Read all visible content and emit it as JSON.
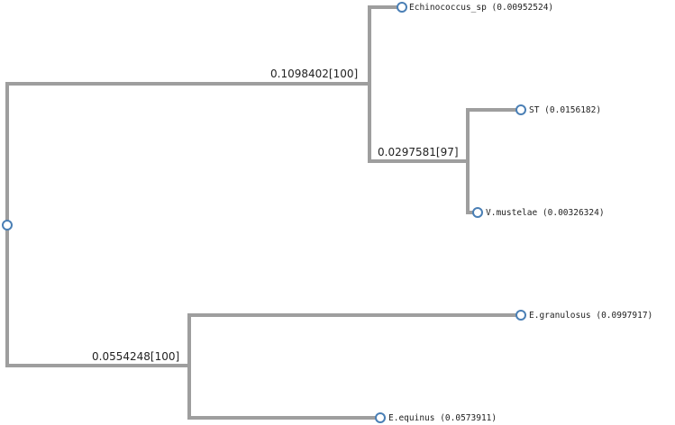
{
  "tree": {
    "root": {
      "children": [
        "clade_a",
        "clade_b"
      ]
    },
    "internal_nodes": {
      "clade_a": {
        "label": "0.1098402[100]",
        "children": [
          "leaf_echinococcus_sp",
          "clade_a2"
        ]
      },
      "clade_a2": {
        "label": "0.0297581[97]",
        "children": [
          "leaf_st",
          "leaf_v_mustelae"
        ]
      },
      "clade_b": {
        "label": "0.0554248[100]",
        "children": [
          "leaf_e_granulosus",
          "leaf_e_equinus"
        ]
      }
    },
    "leaves": {
      "leaf_echinococcus_sp": {
        "label": "Echinococcus_sp (0.00952524)"
      },
      "leaf_st": {
        "label": "ST (0.0156182)"
      },
      "leaf_v_mustelae": {
        "label": "V.mustelae (0.00326324)"
      },
      "leaf_e_granulosus": {
        "label": "E.granulosus (0.0997917)"
      },
      "leaf_e_equinus": {
        "label": "E.equinus (0.0573911)"
      }
    }
  },
  "colors": {
    "branch": "#9e9e9e",
    "node_stroke": "#4a7fb5",
    "node_fill": "#ffffff",
    "text": "#222222"
  }
}
